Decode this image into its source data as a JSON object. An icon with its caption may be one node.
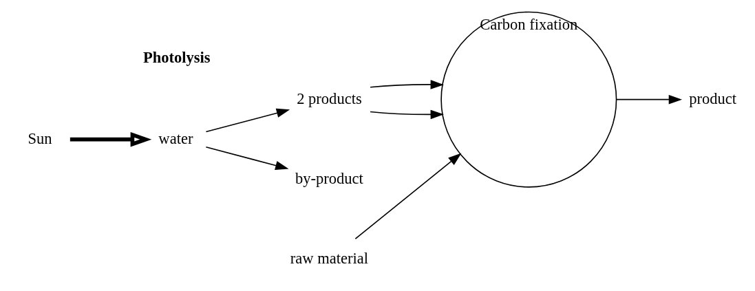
{
  "diagram": {
    "nodes": [
      {
        "text": [
          "Sun"
        ]
      },
      {
        "text": [
          "water"
        ]
      },
      {
        "text": [
          "2 products"
        ]
      },
      {
        "text": [
          "by-product"
        ]
      },
      {
        "text": [
          "Carbon fixation"
        ]
      },
      {
        "text": [
          "raw material"
        ]
      },
      {
        "text": [
          "product"
        ]
      }
    ],
    "edges": [
      {
        "from": 0,
        "to": 1,
        "arrow": "to",
        "style": "thick"
      },
      {
        "from": 1,
        "to": 2,
        "arrow": "to"
      },
      {
        "from": 1,
        "to": 3,
        "arrow": "to"
      },
      {
        "from": 2,
        "to": 4,
        "arrow": "to"
      },
      {
        "from": 2,
        "to": 4,
        "arrow": "to"
      },
      {
        "from": 5,
        "to": 4,
        "arrow": "to"
      },
      {
        "from": 4,
        "to": 6,
        "arrow": "to"
      }
    ],
    "labels": [
      "Photolysis"
    ]
  }
}
